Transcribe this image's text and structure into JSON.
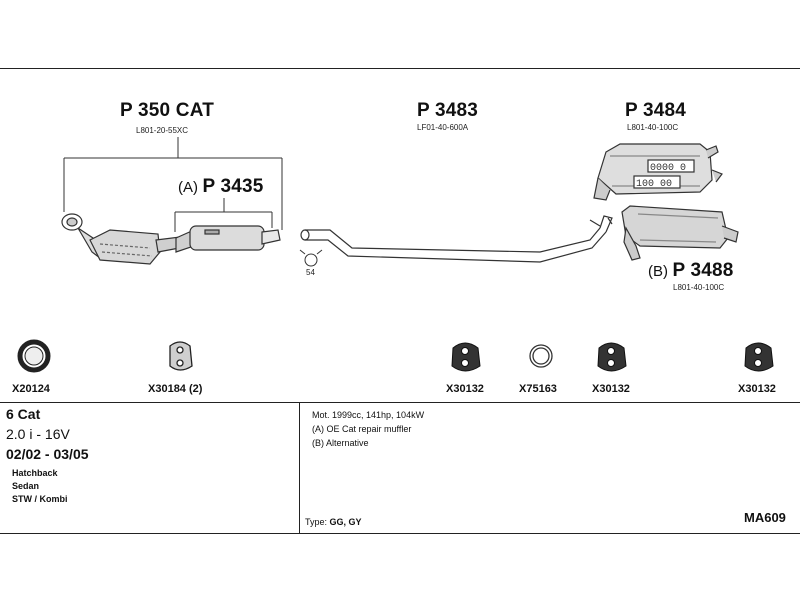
{
  "parts": {
    "p350": {
      "number": "P 350 CAT",
      "code": "L801-20-55XC"
    },
    "p3435": {
      "prefix": "(A)",
      "number": "P 3435"
    },
    "p3483": {
      "number": "P 3483",
      "code": "LF01-40-600A"
    },
    "p3484": {
      "number": "P 3484",
      "code": "L801-40-100C"
    },
    "p3488": {
      "prefix": "(B)",
      "number": "P 3488",
      "code": "L801-40-100C"
    },
    "clamp_number": "54"
  },
  "fittings": [
    {
      "label": "X20124"
    },
    {
      "label": "X30184 (2)"
    },
    {
      "label": "X30132"
    },
    {
      "label": "X75163"
    },
    {
      "label": "X30132"
    },
    {
      "label": "X30132"
    }
  ],
  "vehicle": {
    "cat": "6 Cat",
    "engine": "2.0 i - 16V",
    "years": "02/02 - 03/05",
    "bodies": [
      "Hatchback",
      "Sedan",
      "STW / Kombi"
    ]
  },
  "notes": {
    "mot": "Mot. 1999cc, 141hp, 104kW",
    "a": "(A) OE Cat repair muffler",
    "b": "(B) Alternative",
    "type_label": "Type:",
    "type_value": "GG, GY"
  },
  "ref": "MA609"
}
